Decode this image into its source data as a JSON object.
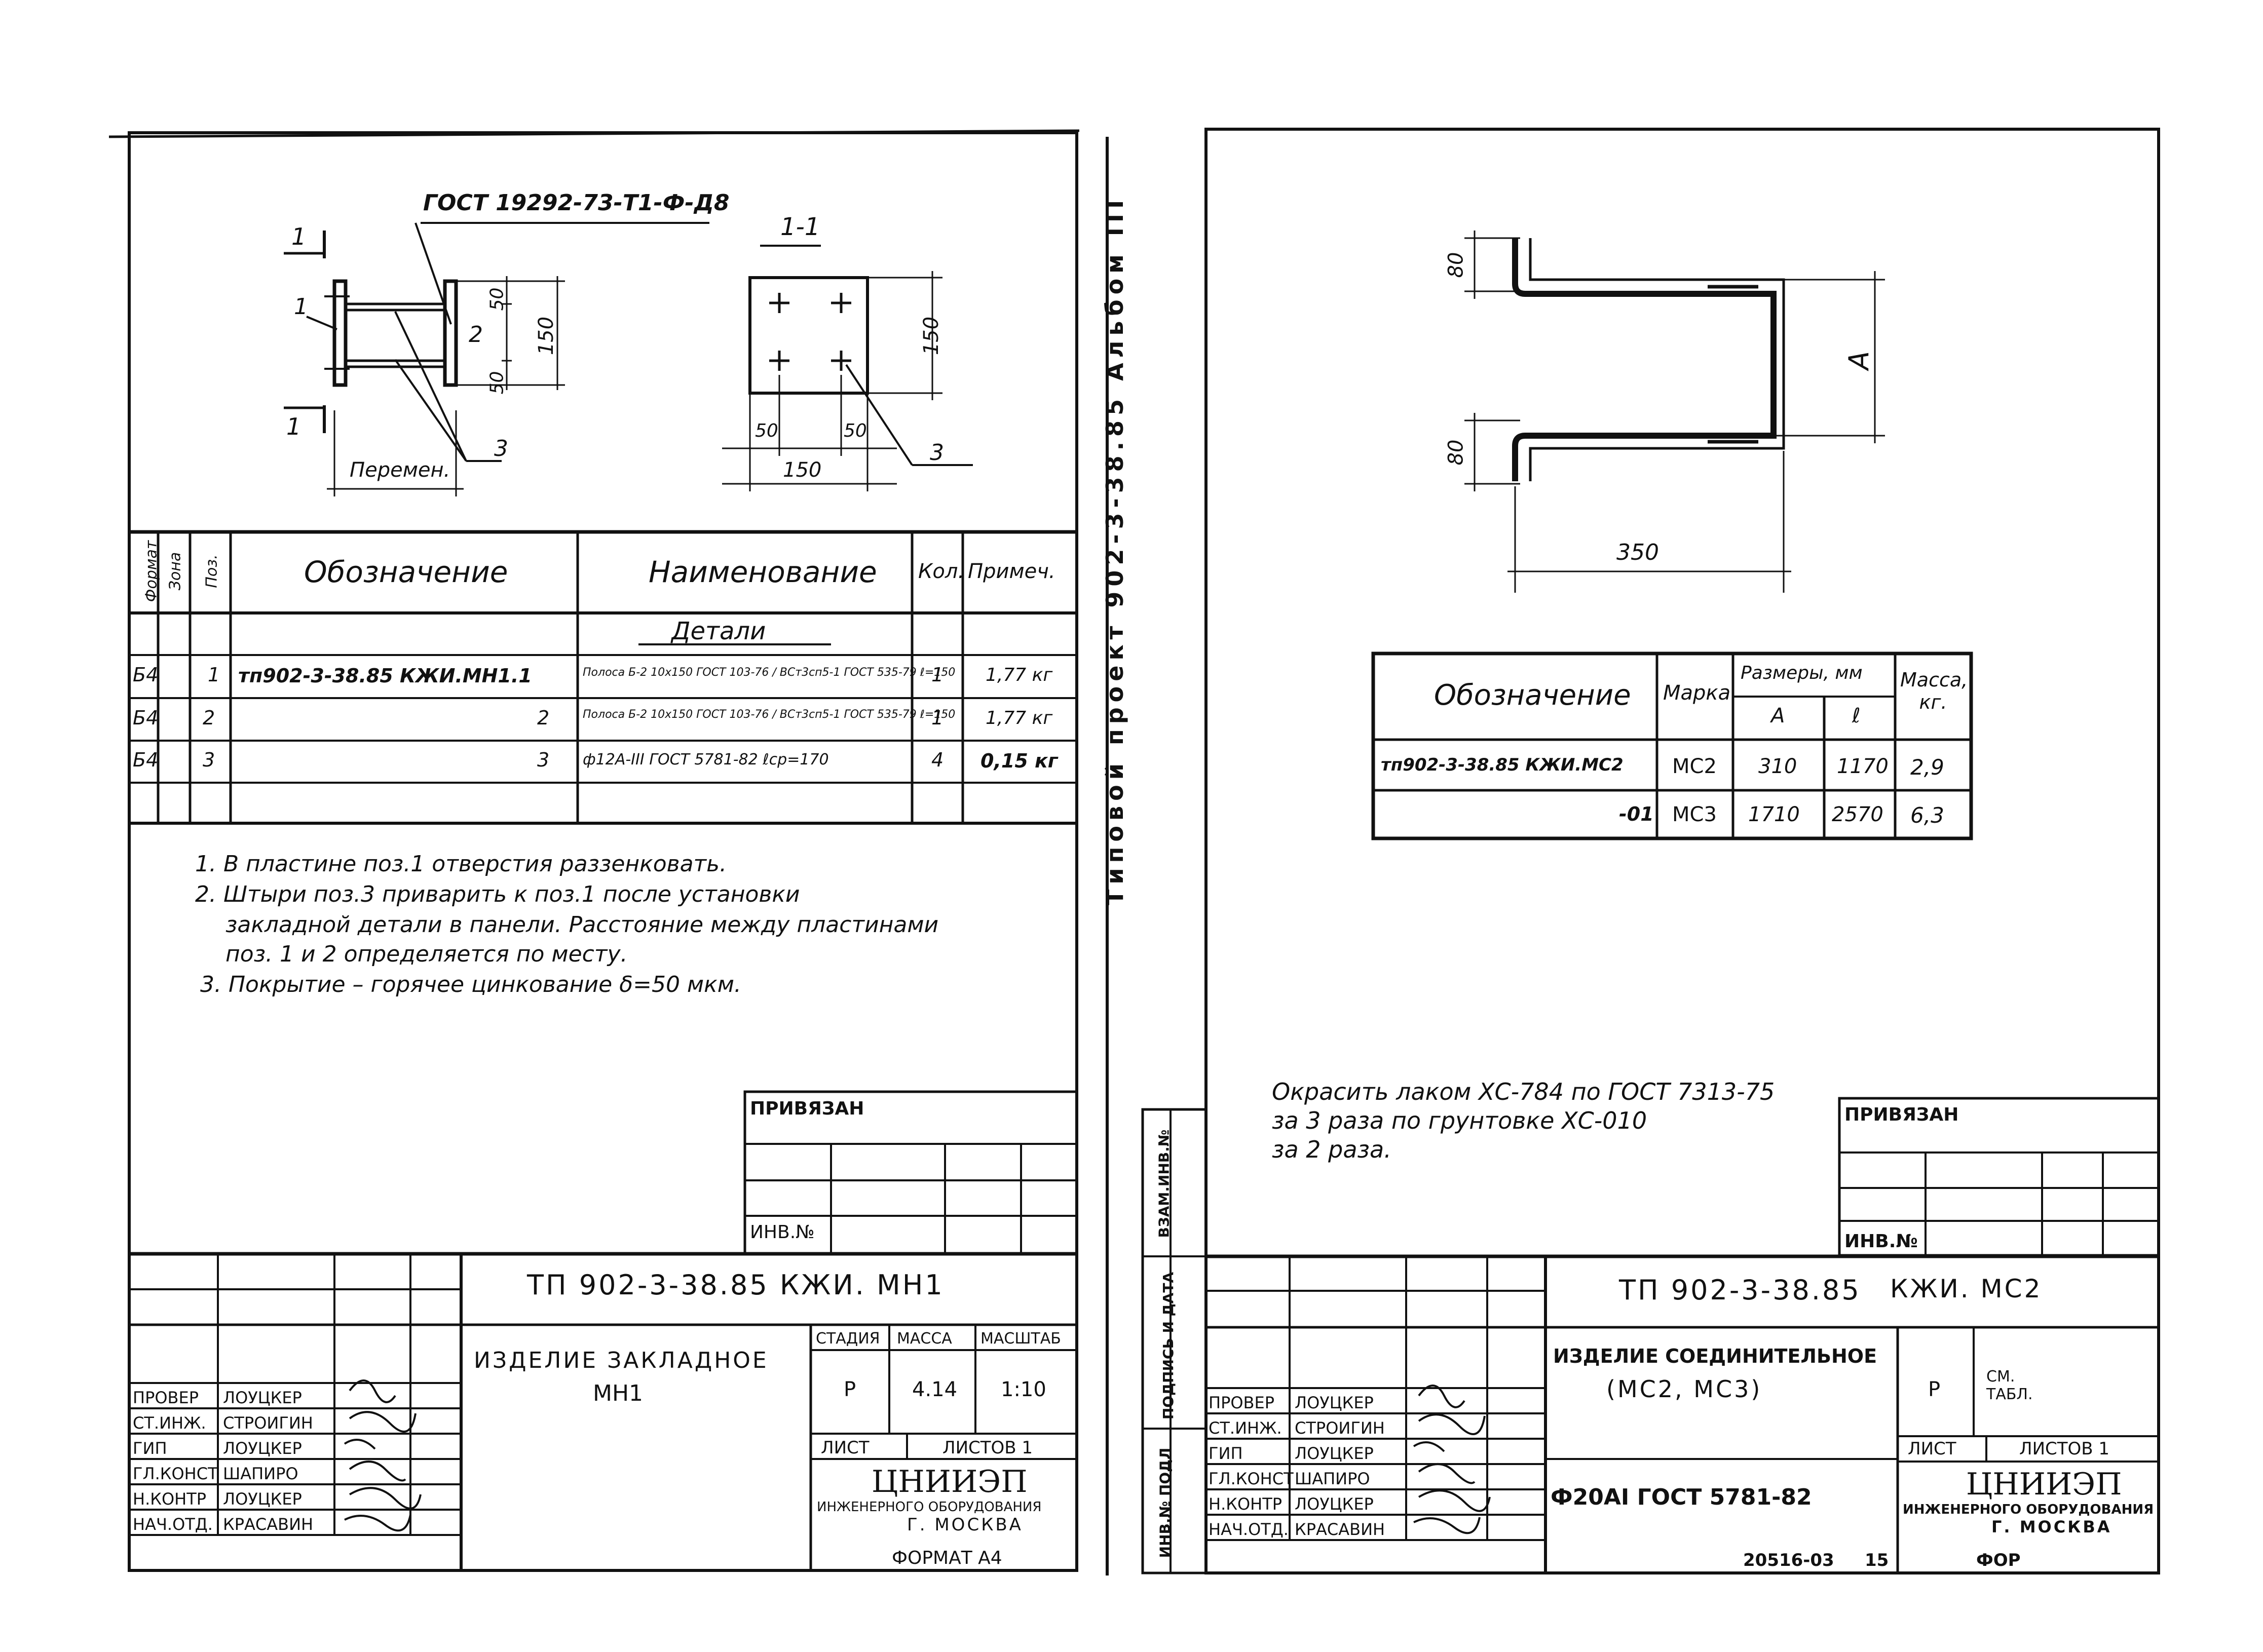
{
  "left_sheet": {
    "drawing": {
      "gost_label": "ГОСТ 19292-73-Т1-Ф-Д8",
      "section_mark": "1",
      "section_title": "1-1",
      "dim_50": "50",
      "dim_150": "150",
      "dim_150_b": "150",
      "var_label": "Перемен.",
      "pos_1": "1",
      "pos_2": "2",
      "pos_3": "3",
      "pos_3_b": "3"
    },
    "spec": {
      "headers": {
        "format": "Формат",
        "zone": "Зона",
        "pos": "Поз.",
        "designation": "Обозначение",
        "name": "Наименование",
        "qty": "Кол.",
        "note": "Примеч."
      },
      "section": "Детали",
      "rows": [
        {
          "format": "Б4",
          "pos": "1",
          "designation": "тп902-3-38.85 КЖИ.МН1.1",
          "name": "Полоса Б-2 10х150 ГОСТ 103-76 / ВСт3сп5-1 ГОСТ 535-79 ℓ=150",
          "qty": "1",
          "note": "1,77 кг"
        },
        {
          "format": "Б4",
          "pos": "2",
          "designation": "2",
          "name": "Полоса Б-2 10х150 ГОСТ 103-76 / ВСт3сп5-1 ГОСТ 535-79 ℓ=150",
          "qty": "1",
          "note": "1,77 кг"
        },
        {
          "format": "Б4",
          "pos": "3",
          "designation": "3",
          "name": "ф12А-III ГОСТ 5781-82 ℓср=170",
          "qty": "4",
          "note": "0,15 кг"
        }
      ]
    },
    "notes": [
      "1. В пластине поз.1 отверстия раззенковать.",
      "2. Штыри поз.3 приварить к поз.1 после установки",
      "закладной детали в панели. Расстояние между пластинами",
      "поз. 1 и 2 определяется по месту.",
      "3. Покрытие – горячее цинкование δ=50 мкм."
    ],
    "stamp": {
      "privyazan": "Привязан",
      "inv_no": "Инв.№",
      "code": "тп 902-3-38.85 КЖИ. МН1",
      "title_1": "Изделие закладное",
      "title_2": "МН1",
      "stage_h": "Стадия",
      "mass_h": "Масса",
      "scale_h": "Масштаб",
      "stage": "Р",
      "mass": "4.14",
      "scale": "1:10",
      "sheet": "Лист",
      "sheets": "Листов 1",
      "org_1": "ЦНИИЭП",
      "org_2": "инженерного оборудования",
      "org_3": "г. Москва",
      "format": "Формат А4",
      "roles": [
        {
          "role": "Провер",
          "name": "Лоуцкер"
        },
        {
          "role": "Ст.инж.",
          "name": "Строигин"
        },
        {
          "role": "ГИП",
          "name": "Лоуцкер"
        },
        {
          "role": "Гл.конст",
          "name": "Шапиро"
        },
        {
          "role": "Н.контр",
          "name": "Лоуцкер"
        },
        {
          "role": "Нач.отд.",
          "name": "Красавин"
        }
      ]
    }
  },
  "vertical_title": "Типовой проект 902-3-38.85 Альбом III",
  "right_sheet": {
    "drawing": {
      "dim_80_top": "80",
      "dim_80_bottom": "80",
      "dim_a": "А",
      "dim_350": "350"
    },
    "table": {
      "h_designation": "Обозначение",
      "h_mark": "Марка",
      "h_sizes": "Размеры, мм",
      "h_a": "А",
      "h_l": "ℓ",
      "h_mass": "Масса, кг.",
      "rows": [
        {
          "designation": "тп902-3-38.85 КЖИ.МС2",
          "mark": "МС2",
          "a": "310",
          "l": "1170",
          "mass": "2,9"
        },
        {
          "designation": "-01",
          "mark": "МС3",
          "a": "1710",
          "l": "2570",
          "mass": "6,3"
        }
      ]
    },
    "paint_note": [
      "Окрасить лаком ХС-784 по ГОСТ 7313-75",
      "за 3 раза по грунтовке ХС-010",
      "за 2 раза."
    ],
    "side_labels": [
      "Взам.инв.№",
      "Подпись и дата",
      "Инв.№ подл"
    ],
    "stamp": {
      "privyazan": "Привязан",
      "inv_no": "Инв.№",
      "code": "тп 902-3-38.85",
      "code_2": "КЖИ. МС2",
      "title_1": "Изделие соединительное",
      "title_2": "(МС2, МС3)",
      "stage": "Р",
      "see": "См. табл.",
      "material": "ф20АI ГОСТ 5781-82",
      "sheet": "Лист",
      "sheets": "Листов 1",
      "org_1": "ЦНИИЭП",
      "org_2": "инженерного оборудования",
      "org_3": "г. Москва",
      "footer_num": "20516-03",
      "footer_page": "15",
      "footer_fmt": "Фор",
      "roles": [
        {
          "role": "Провер",
          "name": "Лоуцкер"
        },
        {
          "role": "Ст.инж.",
          "name": "Строигин"
        },
        {
          "role": "ГИП",
          "name": "Лоуцкер"
        },
        {
          "role": "Гл.конст",
          "name": "Шапиро"
        },
        {
          "role": "Н.контр",
          "name": "Лоуцкер"
        },
        {
          "role": "Нач.отд.",
          "name": "Красавин"
        }
      ]
    }
  }
}
